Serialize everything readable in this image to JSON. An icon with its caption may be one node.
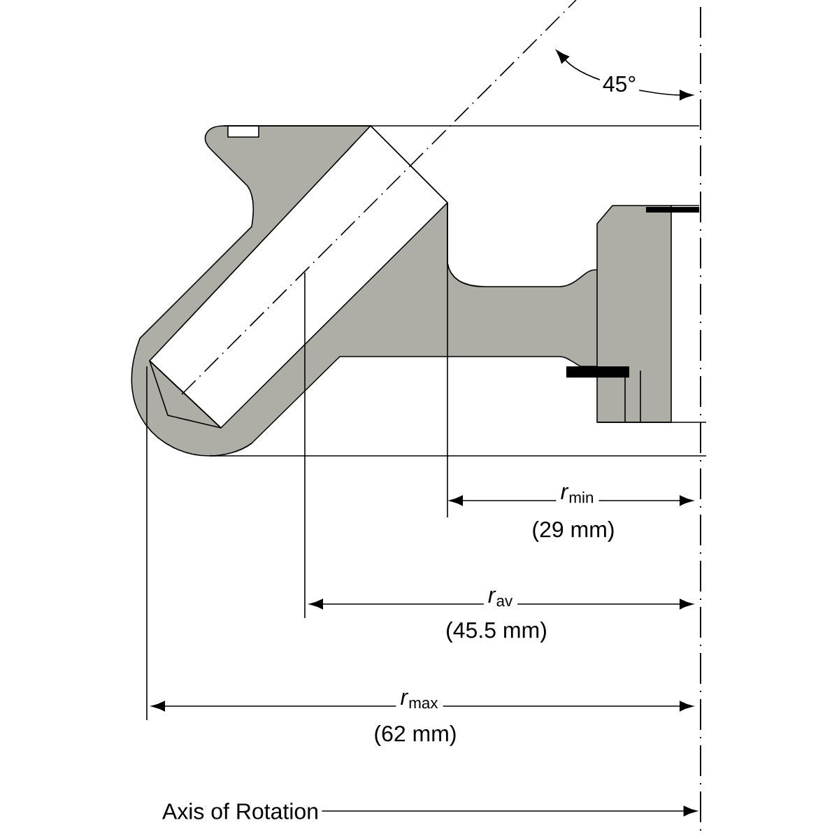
{
  "diagram": {
    "nodes": [
      {
        "text": [
          "Axis of Rotation"
        ]
      },
      {
        "text": [],
        "shape": "line"
      }
    ],
    "edges": [
      {
        "from": 0,
        "to": 1,
        "arrow": "to"
      }
    ],
    "labels": [
      "45°",
      "*r*$_{min}$",
      "(29 mm)",
      "*r*$_{av}$",
      "(45.5 mm)",
      "*r*$_{max}$",
      "(62 mm)"
    ]
  }
}
